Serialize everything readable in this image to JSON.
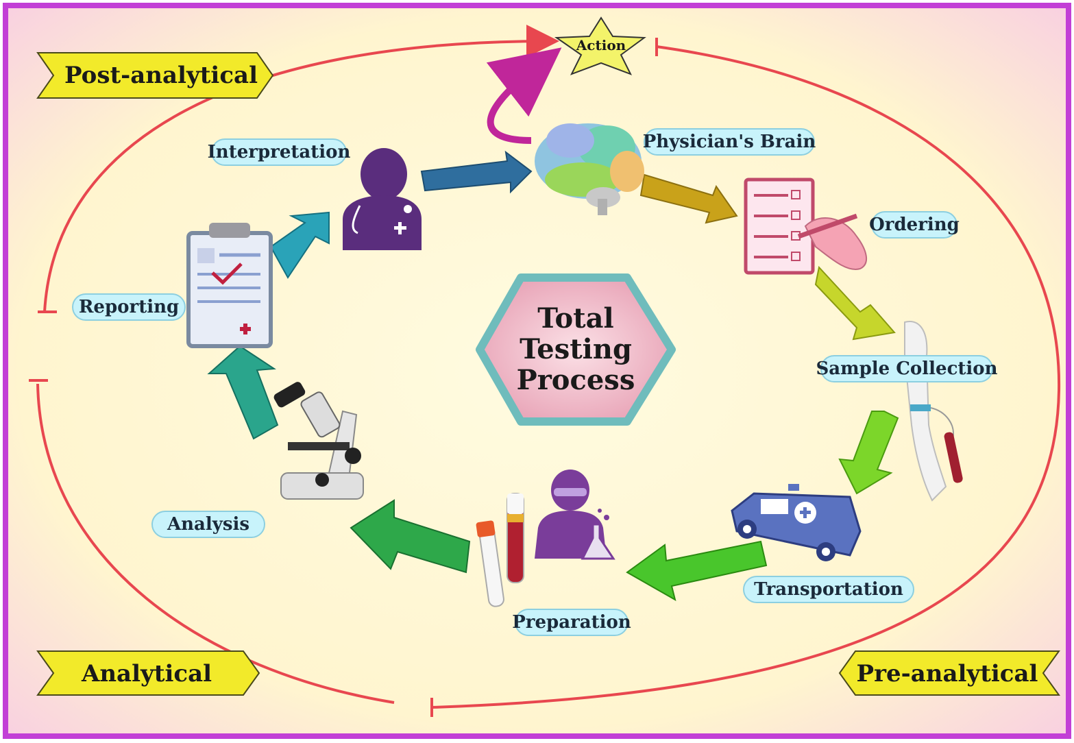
{
  "center_title": [
    "Total",
    "Testing",
    "Process"
  ],
  "action_label": "Action",
  "phases": {
    "post_analytical": "Post-analytical",
    "analytical": "Analytical",
    "pre_analytical": "Pre-analytical"
  },
  "steps": {
    "physicians_brain": "Physician's Brain",
    "ordering": "Ordering",
    "sample_collection": "Sample Collection",
    "transportation": "Transportation",
    "preparation": "Preparation",
    "analysis": "Analysis",
    "reporting": "Reporting",
    "interpretation": "Interpretation"
  },
  "colors": {
    "frame": "#c23fd6",
    "cycle_line": "#e8474f",
    "label_fill": "#c8f3fb",
    "label_stroke": "#8ccfe0",
    "phase_fill": "#f2ea2a",
    "hexagon_stroke": "#6fbcbc",
    "star_fill": "#f3f36a"
  }
}
